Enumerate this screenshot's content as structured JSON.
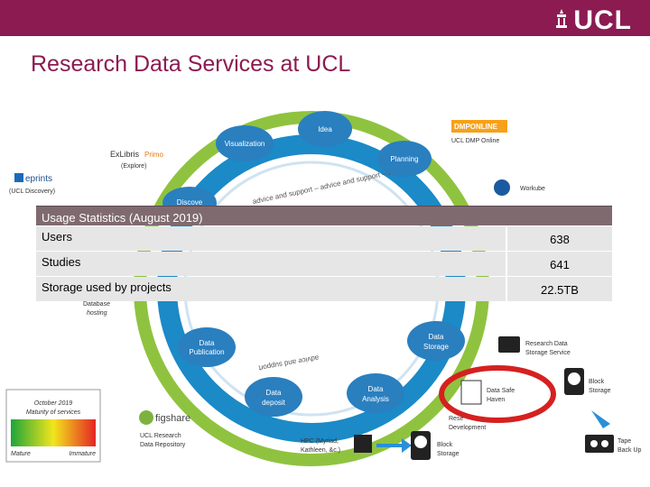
{
  "header": {
    "logo_text": "UCL"
  },
  "title": "Research Data Services at UCL",
  "stats": {
    "header": "Usage Statistics (August 2019)",
    "rows": [
      {
        "label": "Users",
        "value": "638"
      },
      {
        "label": "Studies",
        "value": "641"
      },
      {
        "label": "Storage used by projects",
        "value": "22.5TB"
      }
    ]
  },
  "diagram": {
    "stages": {
      "idea": "Idea",
      "visualization": "Visualization",
      "planning": "Planning",
      "discovery": "Discove",
      "data_publication_1": "Data",
      "data_publication_2": "Publication",
      "data_storage_1": "Data",
      "data_storage_2": "Storage",
      "data_deposit_1": "Data",
      "data_deposit_2": "deposit",
      "data_analysis_1": "Data",
      "data_analysis_2": "Analysis"
    },
    "ring_text_top": "advice and support – advice and support – advice",
    "ring_text_bottom": "advice and support",
    "services": {
      "exlibris": "ExLibris",
      "primo": "Primo",
      "explore": "(Explore)",
      "eprints": "eprints",
      "ucl_discovery": "(UCL Discovery)",
      "dmp_online": "DMPONLINE",
      "ucl_dmp_online": "UCL DMP Online",
      "workube": "Workube",
      "hosting": "hosting",
      "database": "Database",
      "research_data_storage_1": "Research Data",
      "research_data_storage_2": "Storage Service",
      "block_storage_1": "Block",
      "block_storage_2": "Storage",
      "data_safe_haven_1": "Data Safe",
      "data_safe_haven_2": "Haven",
      "research_development_1": "Rese",
      "research_development_2": "Development",
      "tape_1": "Tape",
      "tape_2": "Back Up",
      "hpc_1": "HPC (Myriad,",
      "hpc_2": "Kathleen, &c.)",
      "block_storage_b1": "Block",
      "block_storage_b2": "Storage",
      "figshare": "figshare",
      "ucl_research_1": "UCL Research",
      "ucl_research_2": "Data Repository"
    },
    "maturity": {
      "title_1": "October 2019",
      "title_2": "Maturity of services",
      "mature": "Mature",
      "immature": "Immature"
    }
  }
}
